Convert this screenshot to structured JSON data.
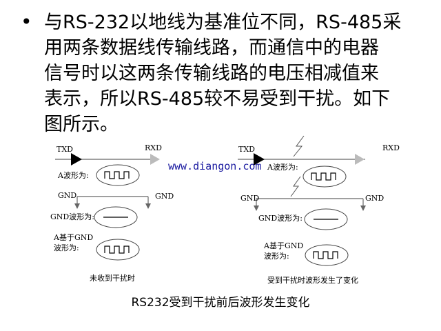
{
  "text": {
    "bullet": "•",
    "lines": [
      "与RS-232以地线为基准位不同，RS-485采",
      "用两条数据线传输线路，而通信中的电器",
      "信号时以这两条传输线路的电压相减值来",
      "表示，所以RS-485较不易受到干扰。如下",
      "图所示。"
    ]
  },
  "left_panel": {
    "txd": "TXD",
    "rxd": "RXD",
    "a_wave": "A波形为:",
    "gnd_left": "GND",
    "gnd_right": "GND",
    "gnd_wave": "GND波形为:",
    "a_vs_gnd_1": "A基于GND",
    "a_vs_gnd_2": "波形为:",
    "note": "未收到干扰时"
  },
  "right_panel": {
    "txd": "TXD",
    "rxd": "RXD",
    "a_wave": "A波形为:",
    "gnd_left": "GND",
    "gnd_right": "GND",
    "gnd_wave": "GND波形为:",
    "a_vs_gnd_1": "A基于GND",
    "a_vs_gnd_2": "波形为:",
    "note": "受到干扰时波形发生了变化"
  },
  "watermark": "www.diangon.com",
  "caption": "RS232受到干扰前后波形发生变化",
  "colors": {
    "line": "#666666",
    "arrow_dark": "#000000",
    "arrow_light": "#bbbbbb",
    "watermark": "#1a1aa0"
  }
}
